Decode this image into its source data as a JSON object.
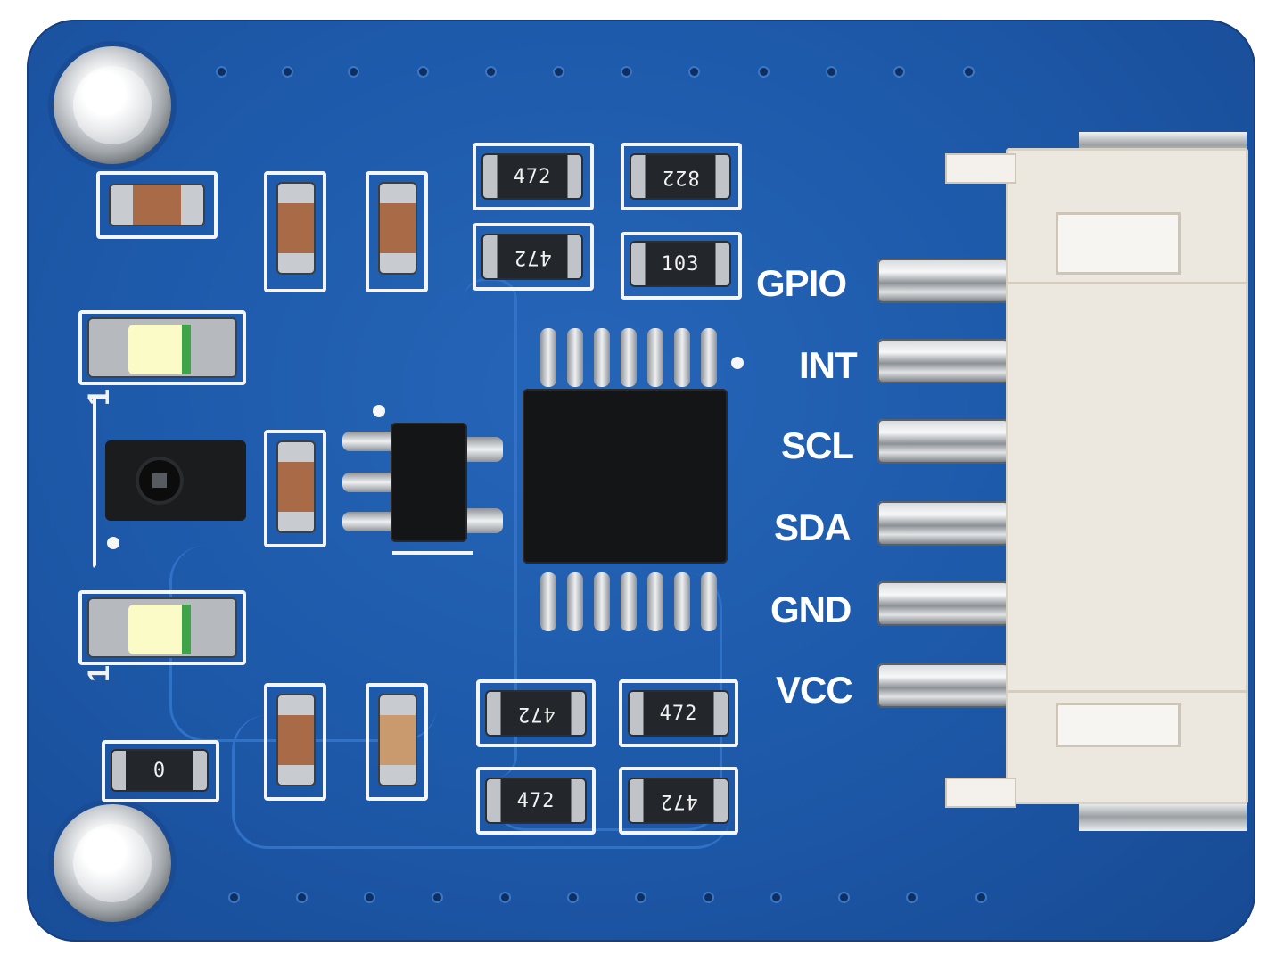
{
  "board": {
    "pin_labels": [
      "GPIO",
      "INT",
      "SCL",
      "SDA",
      "GND",
      "VCC"
    ],
    "resistor_codes": {
      "r1": "472",
      "r2": "822",
      "r3": "472",
      "r4": "103",
      "r5": "472",
      "r6": "472",
      "r7": "472",
      "r8": "472",
      "r9": "0"
    },
    "led_markers": [
      "1",
      "1"
    ],
    "colors": {
      "pcb": "#1d58a8",
      "silkscreen": "#f3f5f8",
      "connector": "#ece7df"
    }
  }
}
